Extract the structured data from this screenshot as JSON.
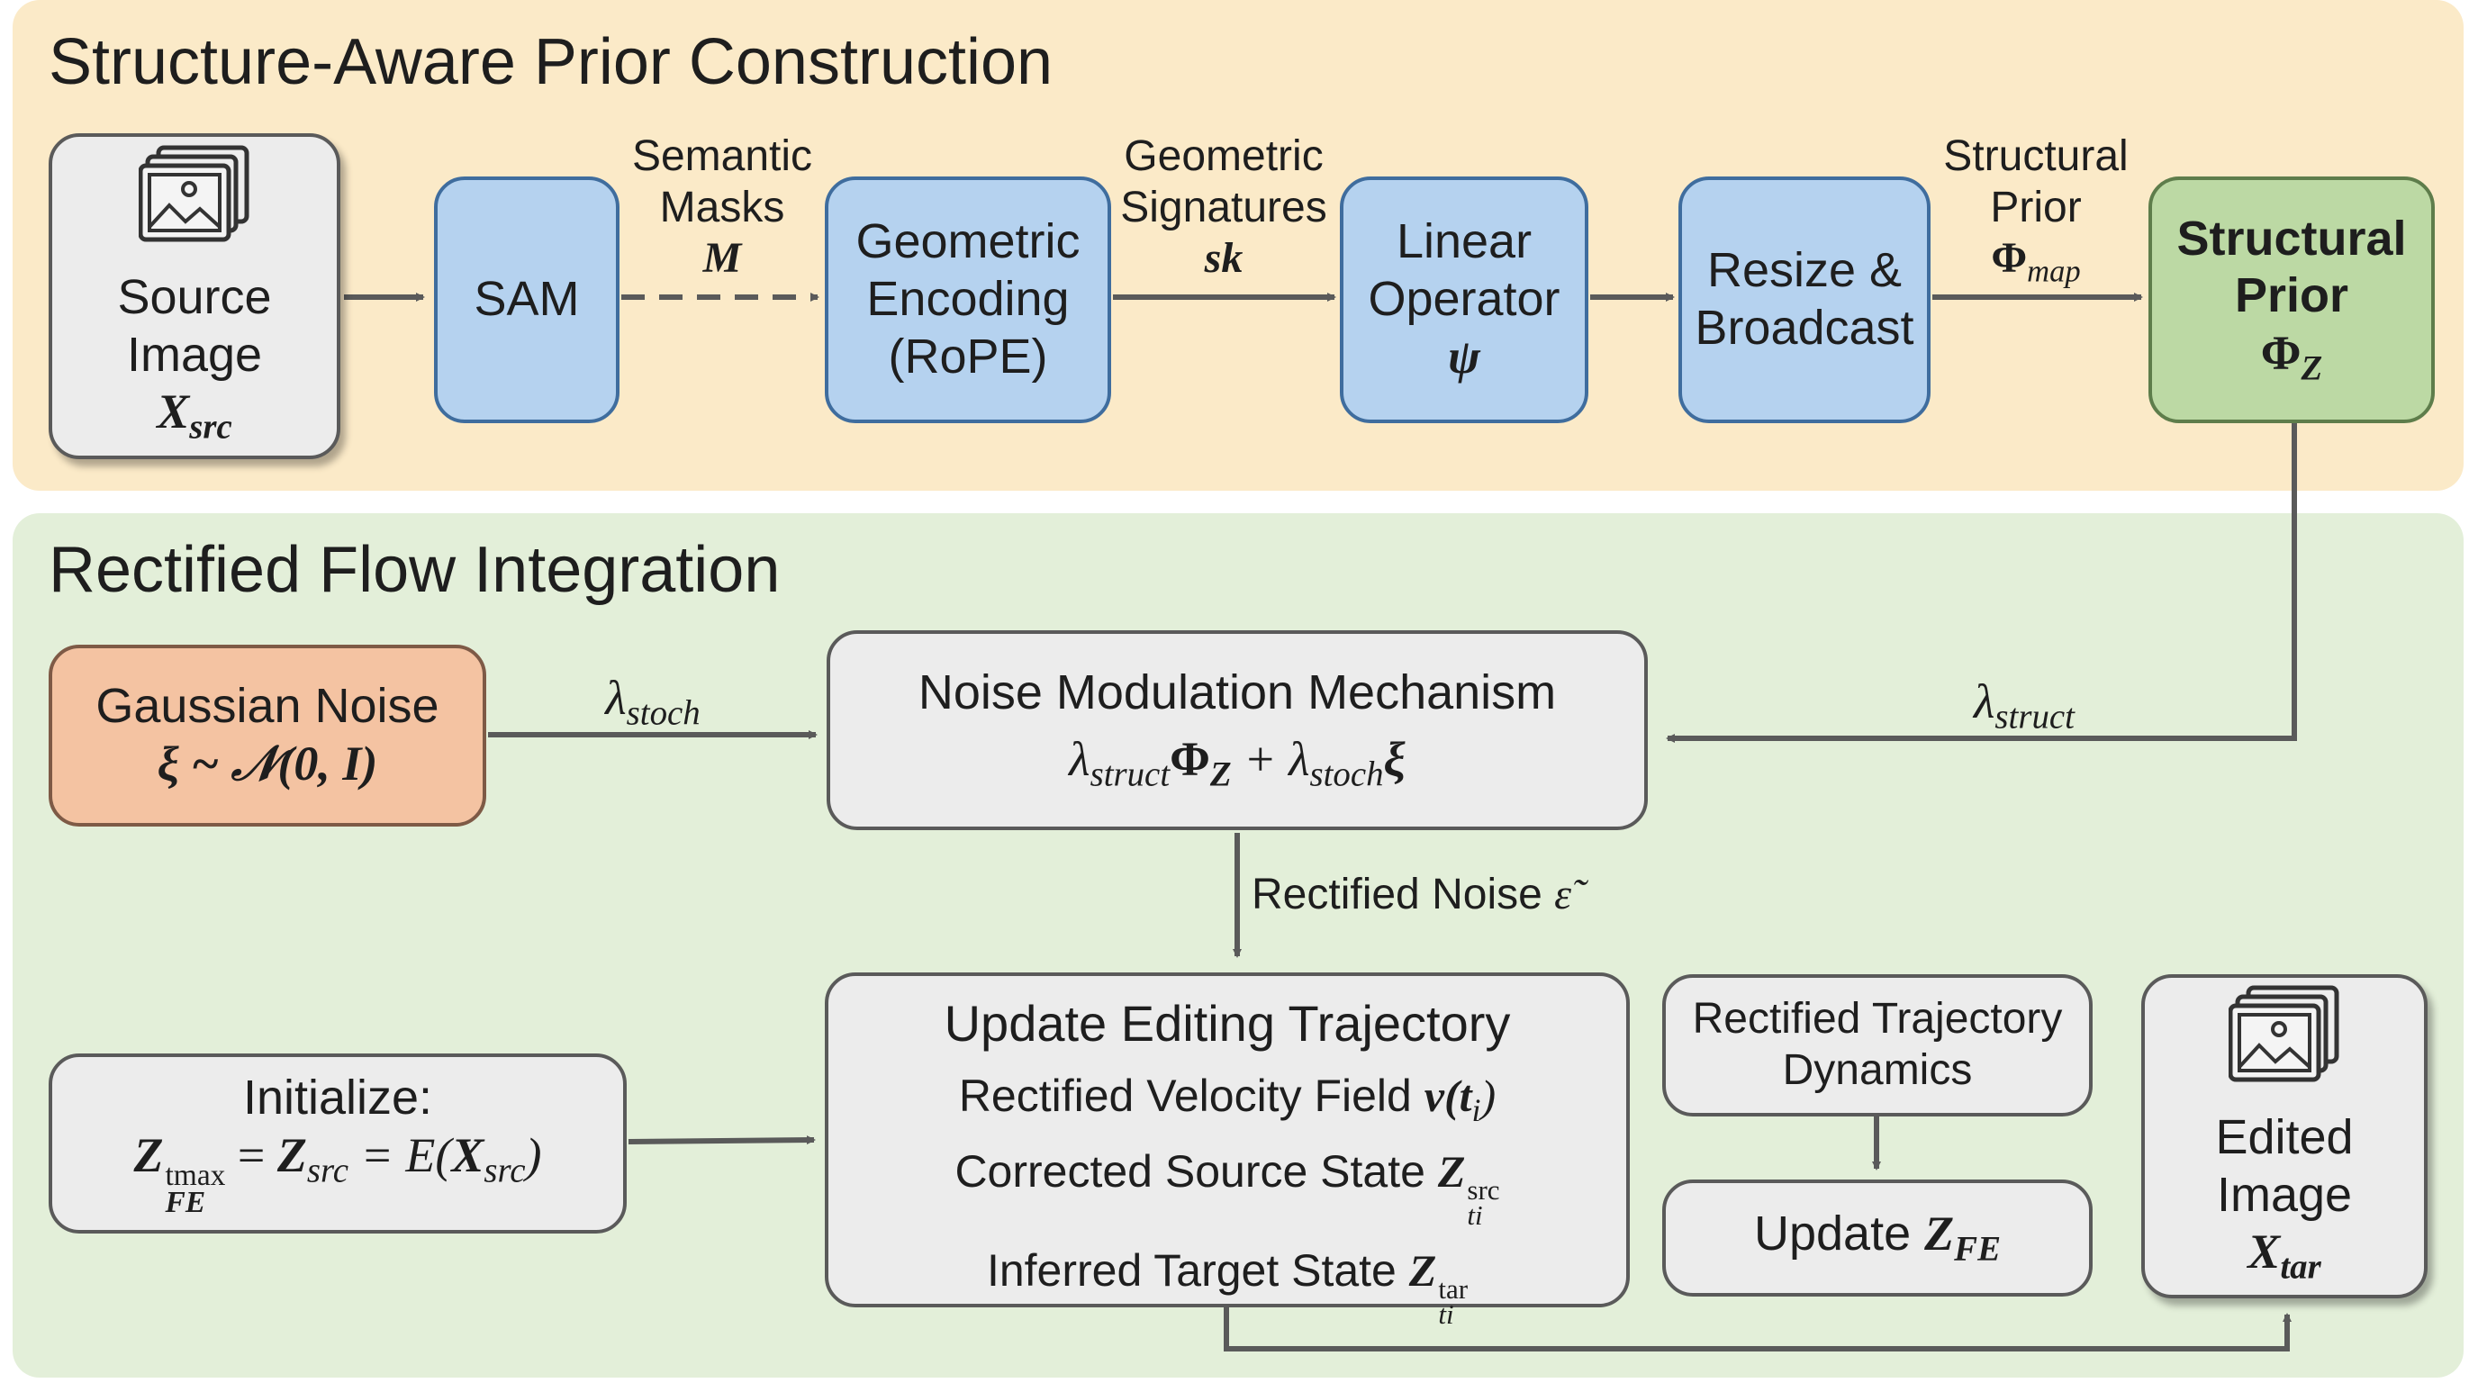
{
  "top_panel": {
    "title": "Structure-Aware Prior Construction"
  },
  "bottom_panel": {
    "title": "Rectified Flow Integration"
  },
  "nodes": {
    "source_image": {
      "line1": "Source",
      "line2": "Image",
      "sym": "X",
      "sub": "src"
    },
    "sam": {
      "label": "SAM"
    },
    "geometric_encoding": {
      "line1": "Geometric",
      "line2": "Encoding",
      "line3": "(RoPE)"
    },
    "linear_operator": {
      "line1": "Linear",
      "line2": "Operator",
      "sym": "ψ"
    },
    "resize_broadcast": {
      "line1": "Resize &",
      "line2": "Broadcast"
    },
    "structural_prior": {
      "line1": "Structural",
      "line2": "Prior",
      "sym": "Φ",
      "sub": "Z"
    },
    "gaussian_noise": {
      "title": "Gaussian Noise",
      "formula": "ξ ~ 𝒩(0, I)"
    },
    "noise_modulation": {
      "title": "Noise Modulation Mechanism",
      "formula_a": "λ",
      "formula_a_sub": "struct",
      "formula_b": "Φ",
      "formula_b_sub": "Z",
      "formula_c": " + λ",
      "formula_c_sub": "stoch",
      "formula_d": "ξ"
    },
    "initialize": {
      "title": "Initialize:",
      "z": "Z",
      "z_sub": "FE",
      "z_sup": "tmax",
      "eq1": " = ",
      "z2": "Z",
      "z2_sub": "src",
      "eq2": " = E(",
      "x": "X",
      "x_sub": "src",
      "close": ")"
    },
    "update_trajectory": {
      "title": "Update Editing Trajectory",
      "line1": "Rectified Velocity Field",
      "line1_math": "v(t",
      "line1_sub": "i",
      "line1_close": ")",
      "line2": "Corrected Source State",
      "line2_math": "Z",
      "line2_sup": "src",
      "line2_sub": "ti",
      "line3": "Inferred Target State",
      "line3_math": "Z",
      "line3_sup": "tar",
      "line3_sub": "ti"
    },
    "trajectory_dynamics": {
      "line1": "Rectified Trajectory",
      "line2": "Dynamics"
    },
    "update_zfe": {
      "label": "Update",
      "math": "Z",
      "sub": "FE"
    },
    "edited_image": {
      "line1": "Edited",
      "line2": "Image",
      "sym": "X",
      "sub": "tar"
    }
  },
  "edge_labels": {
    "semantic_masks": {
      "line1": "Semantic",
      "line2": "Masks",
      "sym": "M"
    },
    "geometric_signatures": {
      "line1": "Geometric",
      "line2": "Signatures",
      "sym": "sk"
    },
    "structural_prior_map": {
      "line1": "Structural",
      "line2": "Prior",
      "sym": "Φ",
      "sub": "map"
    },
    "lambda_stoch": {
      "sym": "λ",
      "sub": "stoch"
    },
    "lambda_struct": {
      "sym": "λ",
      "sub": "struct"
    },
    "rectified_noise": {
      "text": "Rectified Noise",
      "sym": "ε̃"
    }
  },
  "colors": {
    "top_panel": "#fbeac8",
    "bottom_panel": "#e3efd9",
    "blue_node": "#b5d2ef",
    "green_node": "#bcd9a4",
    "orange_node": "#f4c3a2",
    "gray_node": "#ececec",
    "arrow": "#5a5a5a"
  },
  "icons": [
    "image-icon"
  ]
}
